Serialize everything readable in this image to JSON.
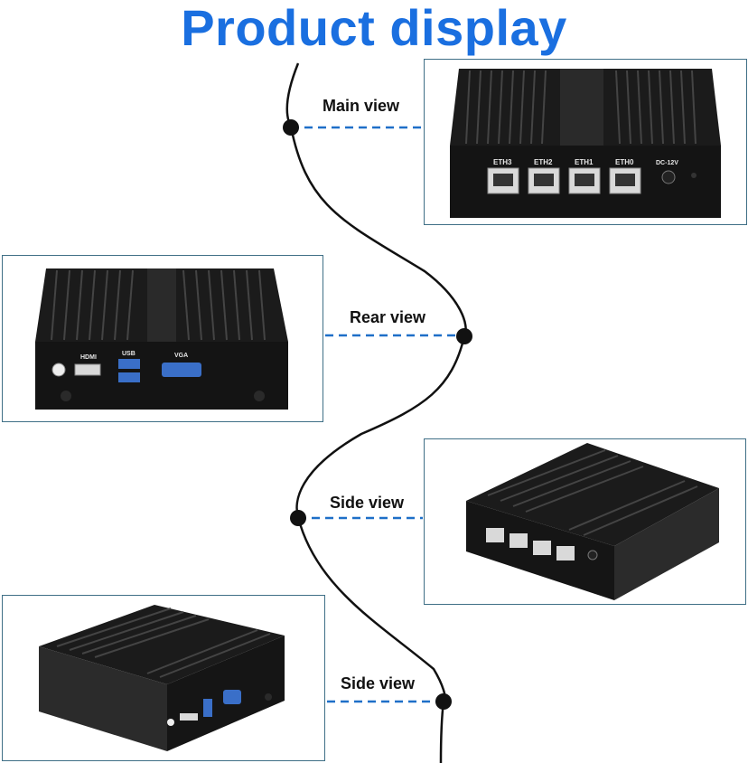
{
  "title": "Product display",
  "views": [
    {
      "label": "Main view"
    },
    {
      "label": "Rear view"
    },
    {
      "label": "Side view"
    },
    {
      "label": "Side view"
    }
  ],
  "ports_front": [
    "ETH3",
    "ETH2",
    "ETH1",
    "ETH0",
    "DC-12V"
  ],
  "ports_rear": [
    "HDMI",
    "USB",
    "VGA"
  ],
  "colors": {
    "title": "#1a6fe0",
    "dash": "#1e6fc8",
    "panel_border": "#3f6f86",
    "device": "#1b1b1b"
  }
}
